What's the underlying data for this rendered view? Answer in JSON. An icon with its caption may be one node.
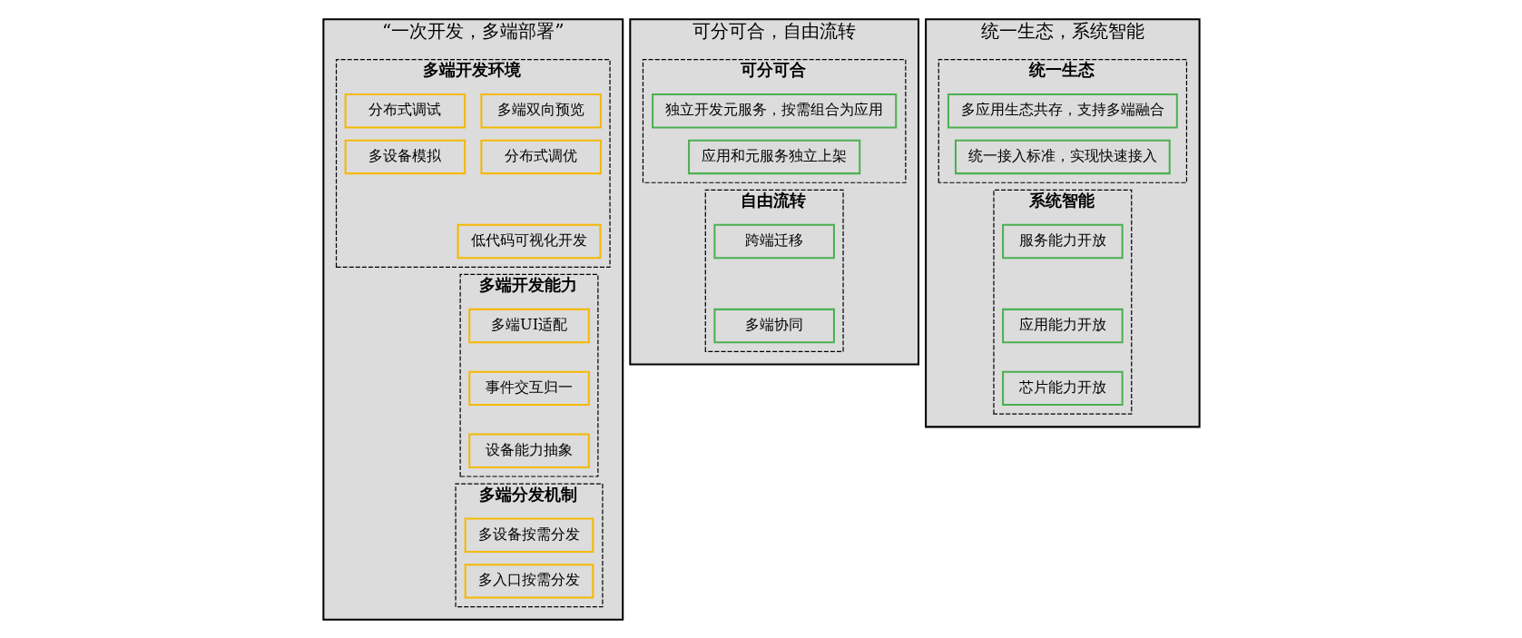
{
  "diagram": {
    "nodes": [
      {
        "text": [
          "“一次开发，多端部署”"
        ]
      },
      {
        "text": [
          "多端开发环境"
        ],
        "in": 0
      },
      {
        "text": [
          "多端双向预览"
        ],
        "in": 1
      },
      {
        "text": [
          "分布式调试"
        ],
        "in": 1
      },
      {
        "text": [
          "分布式调优"
        ],
        "in": 1
      },
      {
        "text": [
          "多设备模拟"
        ],
        "in": 1
      },
      {
        "text": [
          "低代码可视化开发"
        ],
        "in": 1
      },
      {
        "text": [
          "多端开发能力"
        ],
        "in": 0
      },
      {
        "text": [
          "多端UI适配"
        ],
        "in": 7
      },
      {
        "text": [
          "事件交互归一"
        ],
        "in": 7
      },
      {
        "text": [
          "设备能力抽象"
        ],
        "in": 7
      },
      {
        "text": [
          "多端分发机制"
        ],
        "in": 0
      },
      {
        "text": [
          "多设备按需分发"
        ],
        "in": 11
      },
      {
        "text": [
          "多入口按需分发"
        ],
        "in": 11
      },
      {
        "text": [
          "可分可合，自由流转"
        ]
      },
      {
        "text": [
          "可分可合"
        ],
        "in": 14
      },
      {
        "text": [
          "独立开发元服务，按需组合为应用"
        ],
        "in": 15
      },
      {
        "text": [
          "应用和元服务独立上架"
        ],
        "in": 15
      },
      {
        "text": [
          "自由流转"
        ],
        "in": 14
      },
      {
        "text": [
          "跨端迁移"
        ],
        "in": 18
      },
      {
        "text": [
          "多端协同"
        ],
        "in": 18
      },
      {
        "text": [
          "统一生态，系统智能"
        ]
      },
      {
        "text": [
          "统一生态"
        ],
        "in": 21
      },
      {
        "text": [
          "多应用生态共存，支持多端融合"
        ],
        "in": 22
      },
      {
        "text": [
          "统一接入标准，实现快速接入"
        ],
        "in": 22
      },
      {
        "text": [
          "系统智能"
        ],
        "in": 21
      },
      {
        "text": [
          "服务能力开放"
        ],
        "in": 25
      },
      {
        "text": [
          "应用能力开放"
        ],
        "in": 25
      },
      {
        "text": [
          "芯片能力开放"
        ],
        "in": 25
      }
    ]
  }
}
